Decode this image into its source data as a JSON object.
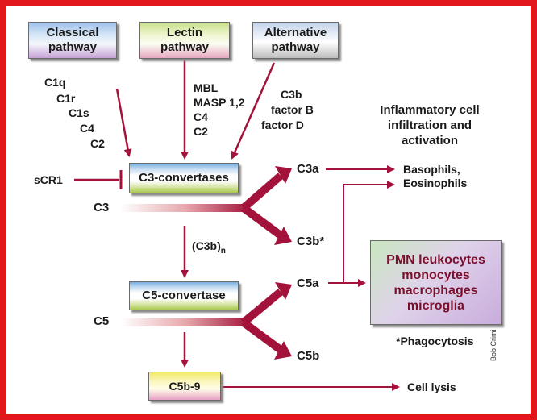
{
  "pathways": {
    "classical": "Classical pathway",
    "lectin": "Lectin pathway",
    "alternative": "Alternative pathway"
  },
  "classical_factors": [
    "C1q",
    "C1r",
    "C1s",
    "C4",
    "C2"
  ],
  "lectin_factors": [
    "MBL",
    "MASP 1,2",
    "C4",
    "C2"
  ],
  "alternative_factors": [
    "C3b",
    "factor B",
    "factor D"
  ],
  "inhibitor": "sCR1",
  "convertases": {
    "c3": "C3-convertases",
    "c5": "C5-convertase",
    "c3b_n": "(C3b)",
    "c3b_n_sub": "n"
  },
  "components": {
    "c3": "C3",
    "c5": "C5",
    "c3a": "C3a",
    "c3b": "C3b*",
    "c5a": "C5a",
    "c5b": "C5b",
    "mac": "C5b-9"
  },
  "outcomes": {
    "inflammatory": "Inflammatory cell infiltration and activation",
    "basophils": "Basophils, Eosinophils",
    "pmn": [
      "PMN leukocytes",
      "monocytes",
      "macrophages",
      "microglia"
    ],
    "phagocytosis": "*Phagocytosis",
    "cell_lysis": "Cell lysis"
  },
  "credit": "Bob Crimi",
  "colors": {
    "frame": "#e2171b",
    "arrow": "#a3123a",
    "pmn_text": "#7a0f2c"
  }
}
